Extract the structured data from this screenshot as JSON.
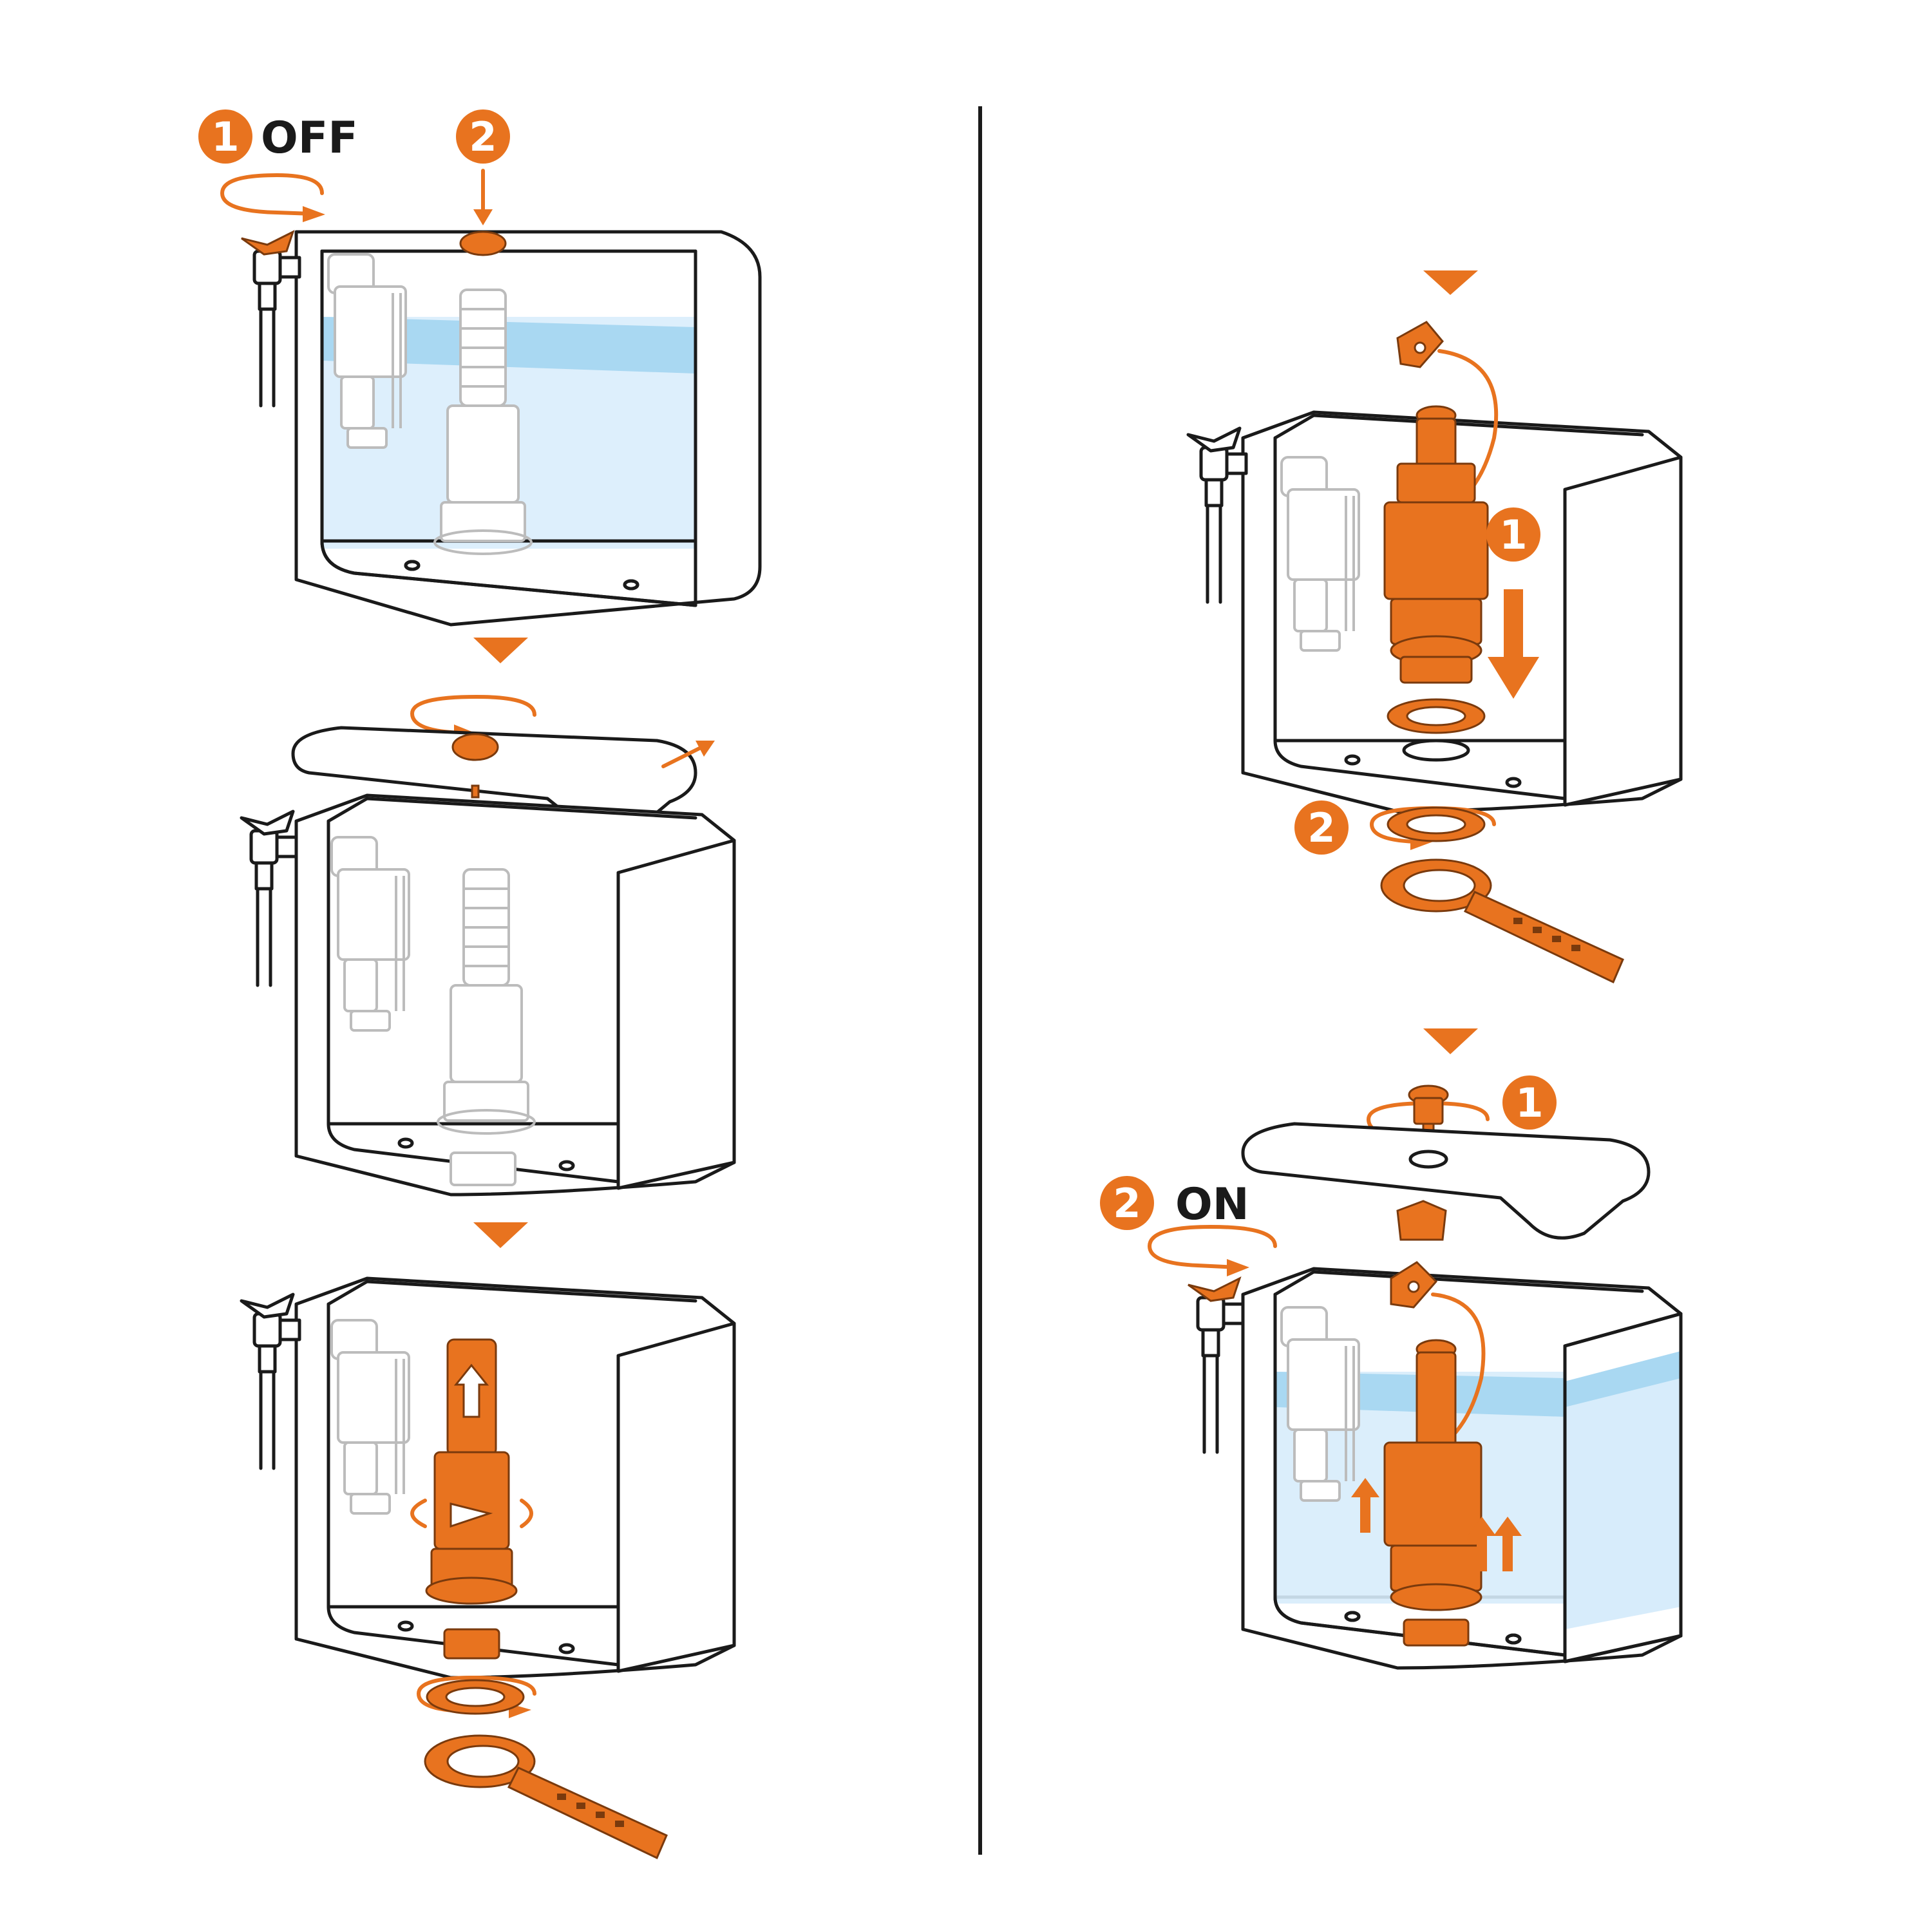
{
  "colors": {
    "accent": "#e8731f",
    "line": "#1a1a1a",
    "water": "#a9d8f2",
    "ghost": "#bcbcbc"
  },
  "steps": {
    "s1": {
      "badge1": "1",
      "label1": "OFF",
      "badge2": "2"
    },
    "s4": {
      "badge1": "1",
      "badge2": "2"
    },
    "s5": {
      "badge1": "1",
      "badge2": "2",
      "label2": "ON"
    }
  },
  "icons": {
    "step_arrow": "down-triangle-icon",
    "rotate": "rotate-arrow-icon",
    "wrench": "spanner-wrench-icon",
    "valve": "shutoff-valve-icon"
  }
}
